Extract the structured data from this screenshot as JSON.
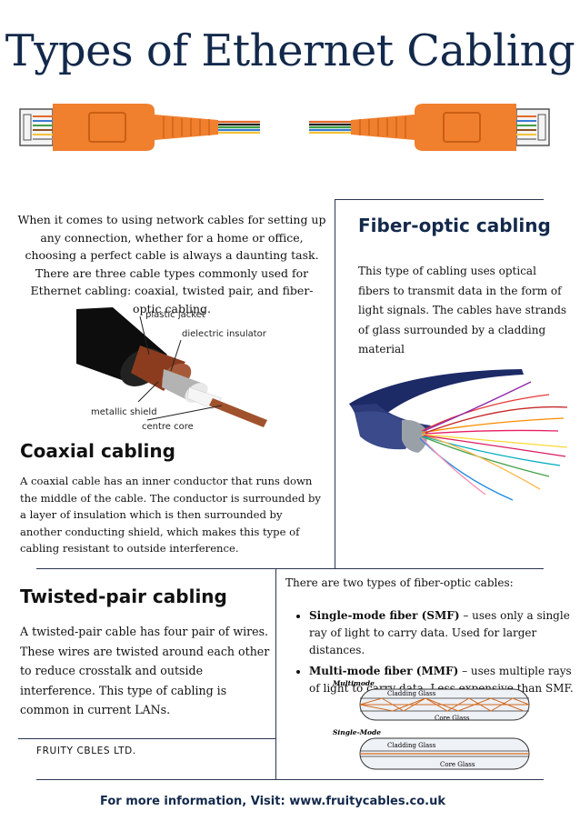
{
  "title": "Types of Ethernet Cabling",
  "intro": "When it comes to using network cables for setting up any connection, whether for a home or office, choosing a perfect cable is always a daunting task. There are three cable types commonly used for Ethernet cabling: coaxial, twisted pair, and fiber-optic cabling.",
  "coax_diagram": {
    "labels": [
      "plastic jacket",
      "dielectric insulator",
      "metallic shield",
      "centre core"
    ]
  },
  "coaxial": {
    "heading": "Coaxial cabling",
    "body": "A coaxial cable has an inner conductor that runs down the middle of the cable. The conductor is surrounded by a layer of insulation which is then surrounded by another conducting shield, which makes this type of cabling resistant to outside interference."
  },
  "fiber": {
    "heading": "Fiber-optic cabling",
    "body": "This type of cabling uses optical fibers to transmit data in the form of light signals. The cables have strands of glass surrounded by a cladding material"
  },
  "twisted": {
    "heading": "Twisted-pair cabling",
    "body": "A twisted-pair cable has four pair of wires. These wires are twisted around each other to reduce crosstalk and outside interference. This type of cabling is common in current LANs."
  },
  "fiber_types": {
    "intro": "There are two types of fiber-optic cables:",
    "items": [
      {
        "term": "Single-mode fiber (SMF)",
        "desc": " – uses only a single ray of light to carry data. Used for larger distances."
      },
      {
        "term": "Multi-mode fiber (MMF)",
        "desc": " – uses multiple rays of light to carry data. Less expensive than SMF."
      }
    ],
    "diagram": {
      "multimode_label": "Multimode",
      "singlemode_label": "Single-Mode",
      "cladding_label": "Cladding Glass",
      "core_label": "Core Glass"
    }
  },
  "company": "FRUITY CBLES LTD.",
  "footer": "For more information, Visit: www.fruitycables.co.uk",
  "colors": {
    "accent": "#13294b",
    "cable": "#f07f2e"
  }
}
